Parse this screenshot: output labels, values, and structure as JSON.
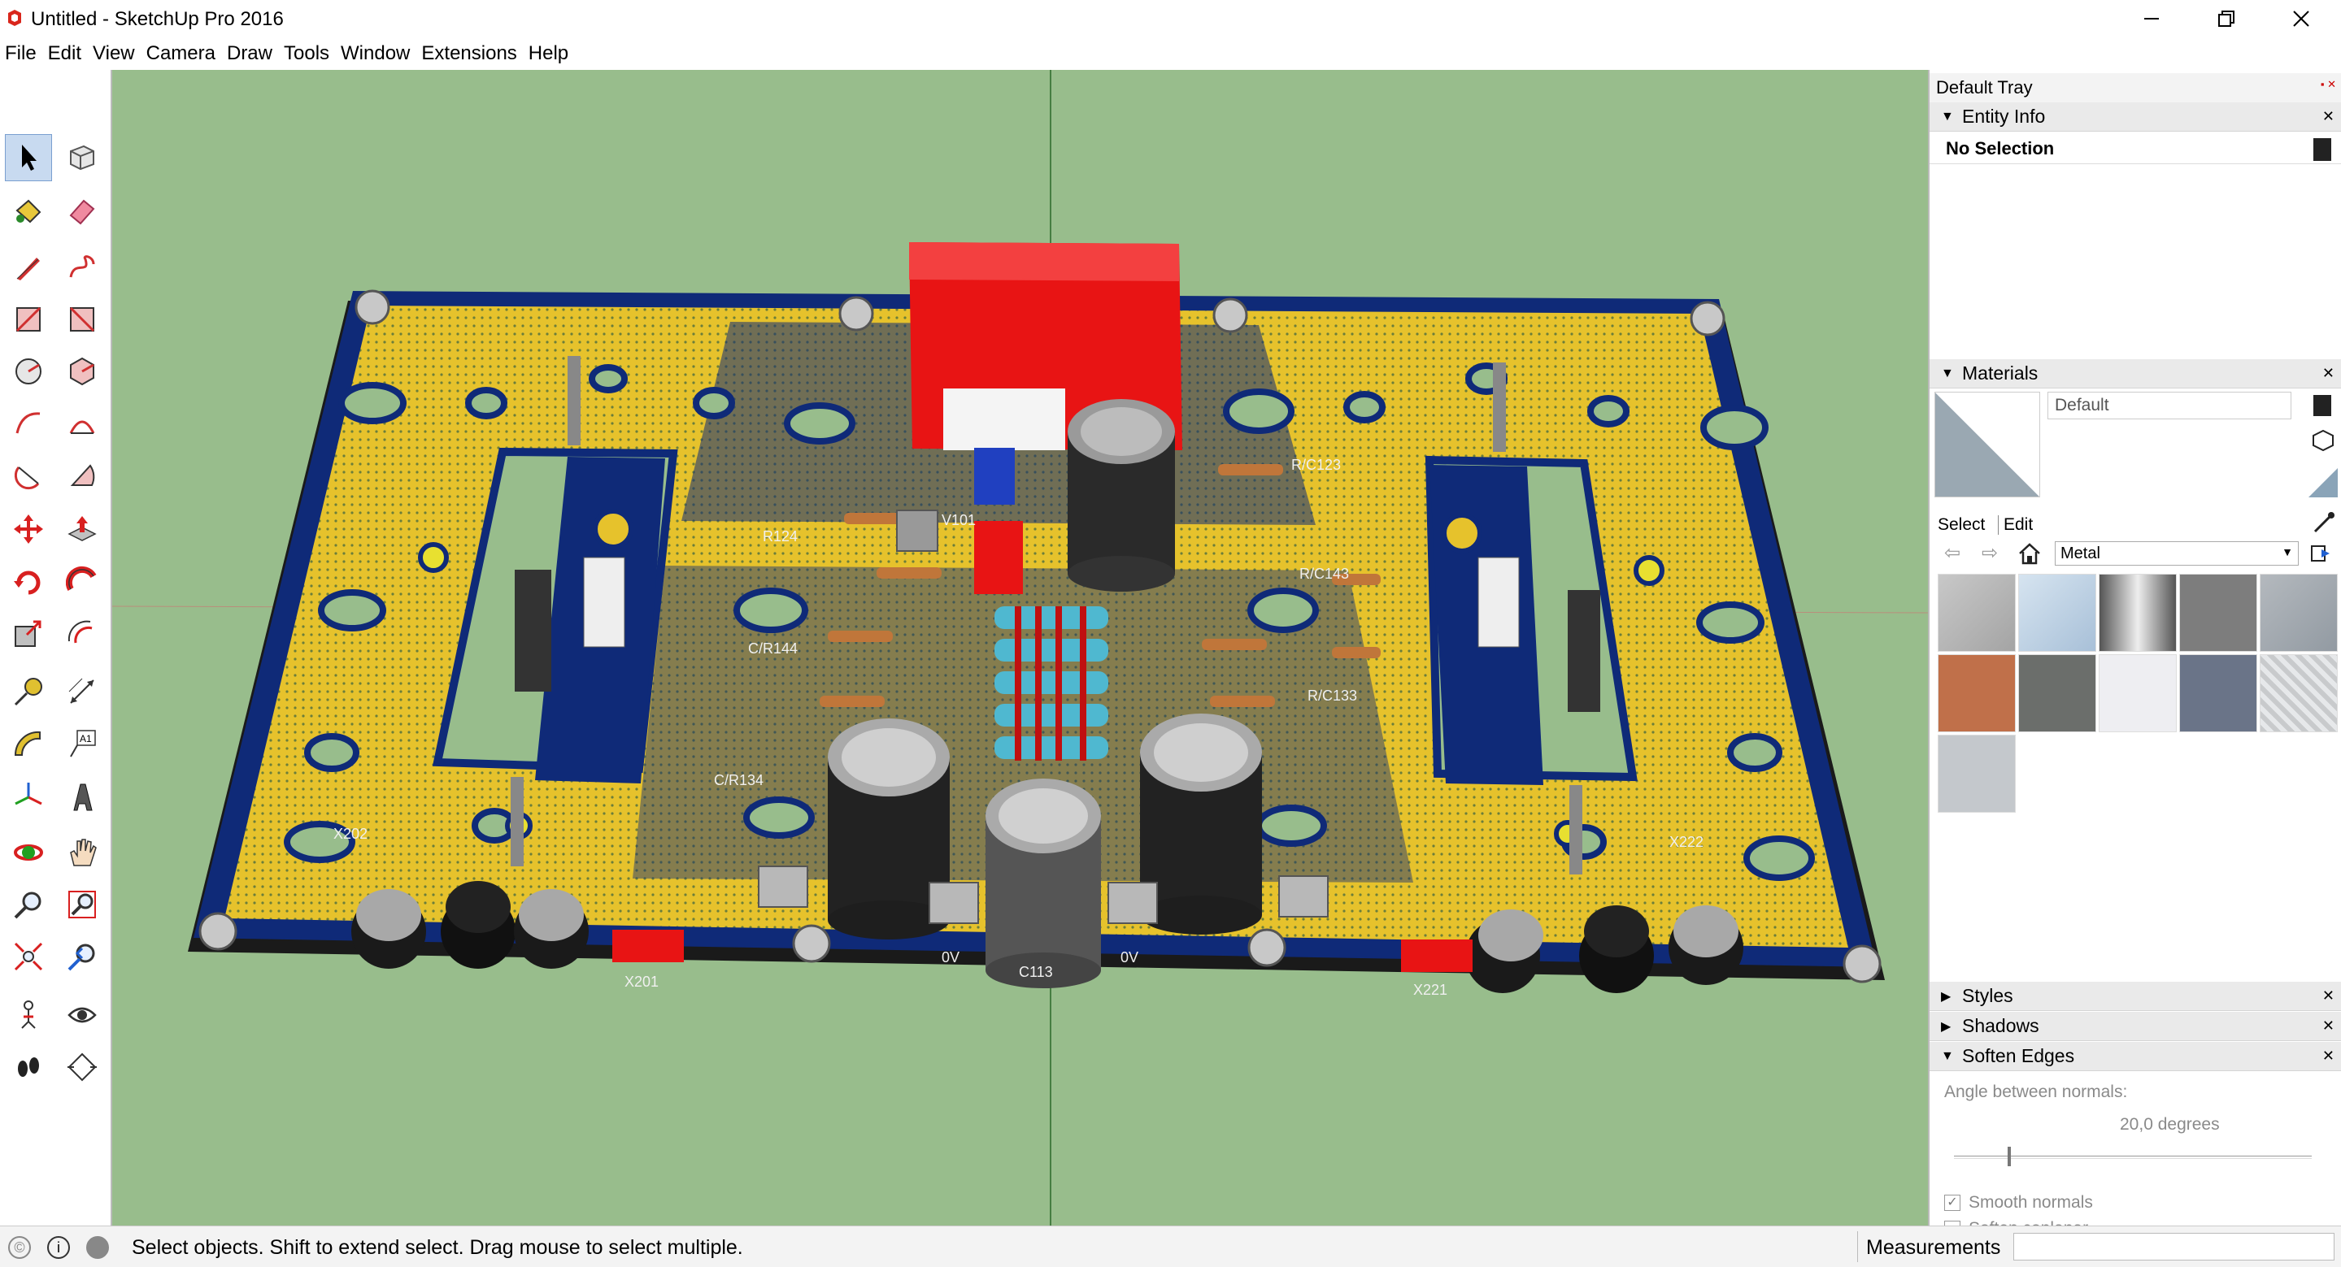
{
  "window": {
    "title": "Untitled - SketchUp Pro 2016",
    "minimize_icon": "minimize-icon",
    "maximize_icon": "restore-icon",
    "close_icon": "close-icon"
  },
  "menu": [
    "File",
    "Edit",
    "View",
    "Camera",
    "Draw",
    "Tools",
    "Window",
    "Extensions",
    "Help"
  ],
  "toolbar": {
    "tools": [
      "select-icon",
      "make-component-icon",
      "paint-bucket-icon",
      "eraser-icon",
      "pencil-line-icon",
      "freehand-icon",
      "rectangle-icon",
      "rotated-rectangle-icon",
      "circle-icon",
      "polygon-icon",
      "arc-icon",
      "two-point-arc-icon",
      "three-point-arc-icon",
      "pie-icon",
      "move-icon",
      "push-pull-icon",
      "rotate-icon",
      "follow-me-icon",
      "scale-icon",
      "offset-icon",
      "tape-measure-icon",
      "dimension-icon",
      "protractor-icon",
      "text-icon",
      "axes-icon",
      "3d-text-icon",
      "orbit-icon",
      "pan-icon",
      "zoom-icon",
      "zoom-window-icon",
      "zoom-extents-icon",
      "previous-view-icon",
      "position-camera-icon",
      "look-around-icon",
      "walk-icon",
      "section-plane-icon"
    ]
  },
  "viewport": {
    "labels": {
      "x202": "X202",
      "x201": "X201",
      "x221": "X221",
      "x222": "X222",
      "c113": "C113",
      "ov1": "0V",
      "ov2": "0V",
      "r124": "R124",
      "r144": "C/R144",
      "r134": "C/R134",
      "r143": "R/C143",
      "r133": "R/C133",
      "r123": "R/C123",
      "v101": "V101"
    },
    "colors": {
      "background": "#98bd8c",
      "board_copper": "#e6c22c",
      "board_mask": "#0f2a78",
      "heatsink_red": "#e81414",
      "capacitor_dark": "#2a2a2a"
    }
  },
  "tray": {
    "title": "Default Tray",
    "entity_info": {
      "header": "Entity Info",
      "selection": "No Selection"
    },
    "materials": {
      "header": "Materials",
      "current": "Default",
      "tab_select": "Select",
      "tab_edit": "Edit",
      "library": "Metal",
      "swatches": [
        "#b8b8b8",
        "#bcd0e4",
        "#9a9a9a",
        "#7d7d7d",
        "#a8adb2",
        "#c0704a",
        "#6b6e6b",
        "#eeeef2",
        "#6a7488",
        "#d2d4d8",
        "#c4c8cc"
      ]
    },
    "styles_header": "Styles",
    "shadows_header": "Shadows",
    "soften_edges": {
      "header": "Soften Edges",
      "angle_label": "Angle between normals:",
      "angle_value": "20,0  degrees",
      "slider_value_fraction": 0.15,
      "smooth_normals": "Smooth normals",
      "smooth_normals_checked": true,
      "soften_coplanar": "Soften coplanar",
      "soften_coplanar_checked": false
    }
  },
  "status": {
    "message": "Select objects. Shift to extend select. Drag mouse to select multiple.",
    "measurements_label": "Measurements",
    "measurements_value": ""
  }
}
